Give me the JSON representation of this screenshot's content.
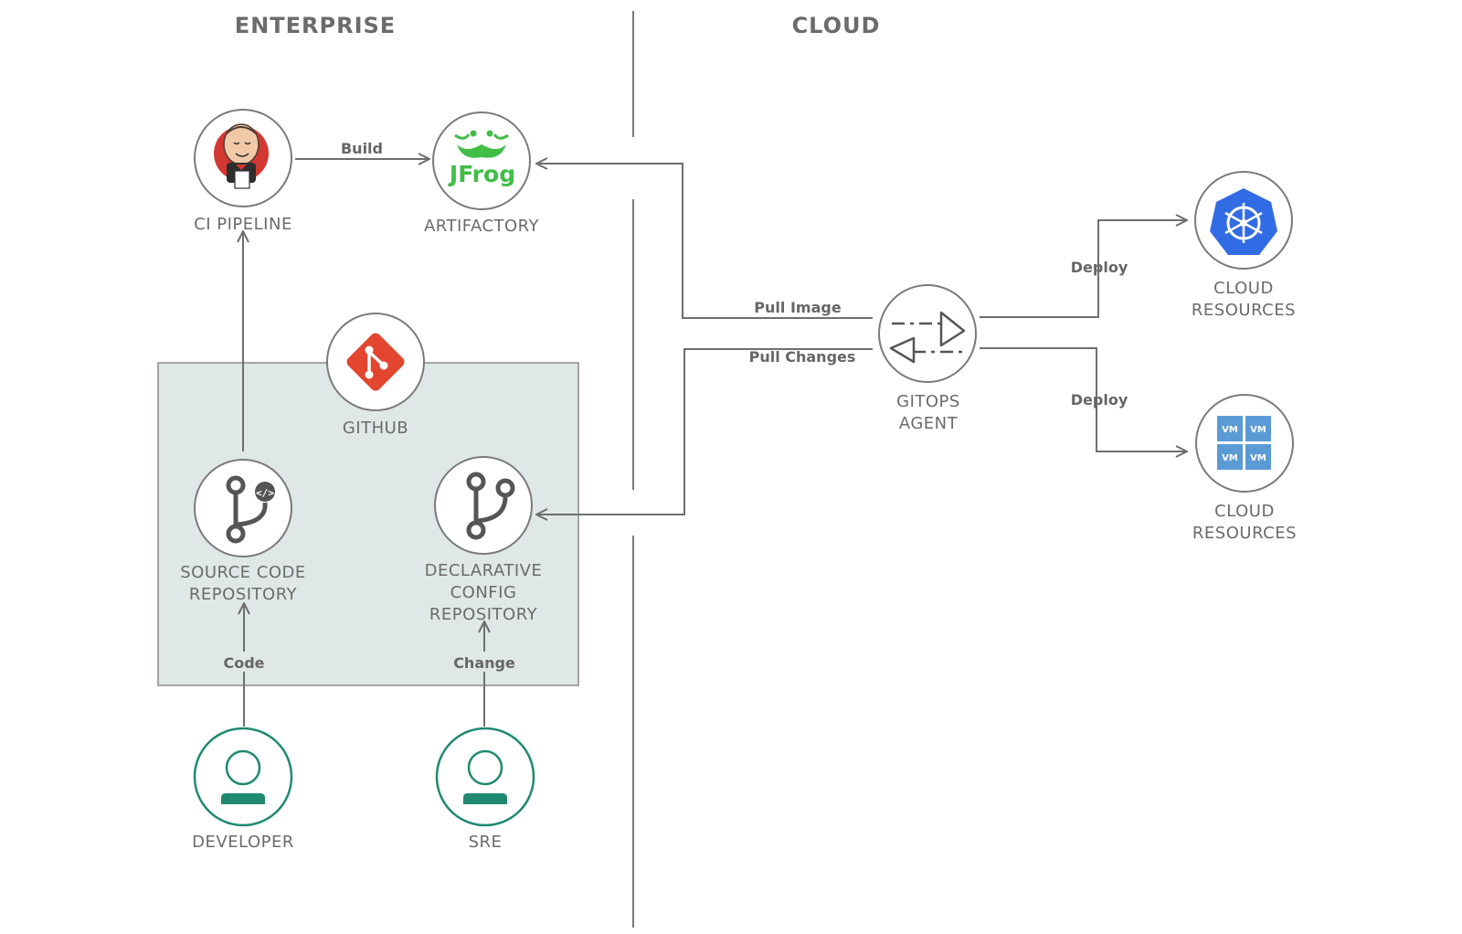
{
  "sections": {
    "enterprise": "ENTERPRISE",
    "cloud": "CLOUD"
  },
  "nodes": {
    "ci_pipeline": "CI PIPELINE",
    "artifactory": "ARTIFACTORY",
    "artifactory_logo": "JFrog",
    "github": "GITHUB",
    "source_repo_line1": "SOURCE CODE",
    "source_repo_line2": "REPOSITORY",
    "config_repo_line1": "DECLARATIVE",
    "config_repo_line2": "CONFIG",
    "config_repo_line3": "REPOSITORY",
    "developer": "DEVELOPER",
    "sre": "SRE",
    "gitops_line1": "GITOPS",
    "gitops_line2": "AGENT",
    "cloud_k8s_line1": "CLOUD",
    "cloud_k8s_line2": "RESOURCES",
    "cloud_vm_line1": "CLOUD",
    "cloud_vm_line2": "RESOURCES",
    "vm_tile": "VM"
  },
  "edges": {
    "build": "Build",
    "pull_image": "Pull Image",
    "pull_changes": "Pull Changes",
    "deploy_k8s": "Deploy",
    "deploy_vm": "Deploy",
    "code": "Code",
    "change": "Change"
  },
  "colors": {
    "github_panel": "#dfe8e6",
    "person_accent": "#1f8a70",
    "github_logo": "#e2462f",
    "jfrog_green": "#40be46",
    "kubernetes_blue": "#326ce5",
    "vm_blue": "#5b9bd5",
    "jenkins_red": "#d33833"
  }
}
